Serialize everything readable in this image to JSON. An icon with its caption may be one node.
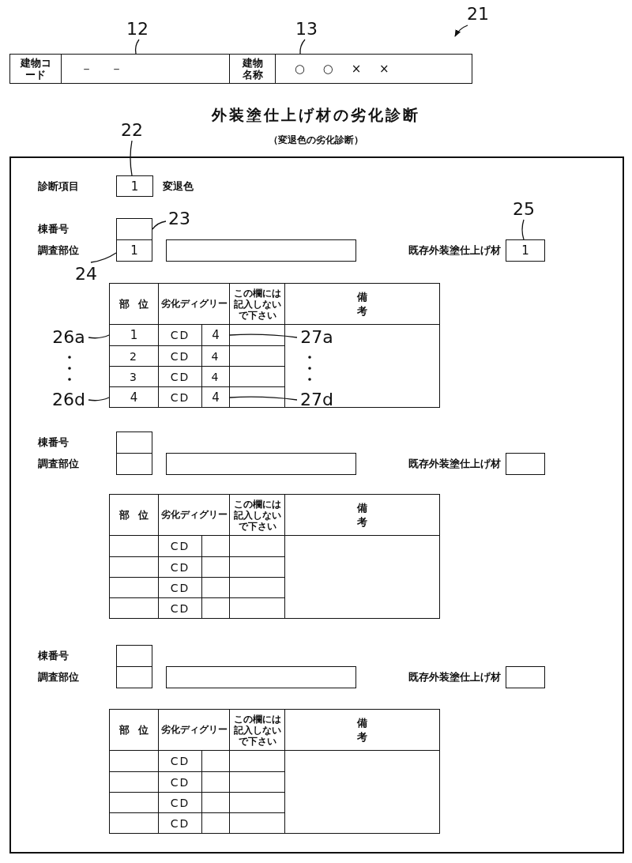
{
  "diagram": {
    "title": "外装塗仕上げ材の劣化診断",
    "nodes": [
      {
        "text": [
          "12"
        ]
      },
      {
        "text": [
          "13"
        ]
      },
      {
        "text": [
          "21"
        ]
      },
      {
        "text": [
          "－ －"
        ]
      },
      {
        "text": [
          "○ ○ × ×"
        ]
      },
      {
        "text": [
          "22"
        ]
      },
      {
        "text": [
          "1"
        ]
      },
      {
        "text": [
          "23"
        ]
      },
      {
        "text": [],
        "shape": "box"
      },
      {
        "text": [
          "24"
        ]
      },
      {
        "text": [
          "1"
        ]
      },
      {
        "text": [
          "25"
        ]
      },
      {
        "text": [
          "1"
        ]
      },
      {
        "text": [
          "26a"
        ]
      },
      {
        "text": [
          "1"
        ]
      },
      {
        "text": [
          "27a"
        ]
      },
      {
        "text": [
          "4"
        ]
      },
      {
        "text": [
          "26d"
        ]
      },
      {
        "text": [
          "4"
        ]
      },
      {
        "text": [
          "27d"
        ]
      },
      {
        "text": [
          "4"
        ]
      },
      {
        "text": [],
        "shape": "box"
      },
      {
        "text": [],
        "shape": "box"
      },
      {
        "text": [],
        "shape": "box"
      },
      {
        "text": [],
        "shape": "box"
      },
      {
        "text": [],
        "shape": "box"
      },
      {
        "text": [],
        "shape": "box"
      }
    ],
    "edges": [
      {
        "from": 0,
        "to": 3,
        "arrow": "none"
      },
      {
        "from": 1,
        "to": 4,
        "arrow": "none"
      },
      {
        "from": 2,
        "to": null,
        "arrow": "to"
      },
      {
        "from": 5,
        "to": 6,
        "arrow": "none"
      },
      {
        "from": 7,
        "to": 8,
        "arrow": "none"
      },
      {
        "from": 9,
        "to": 10,
        "arrow": "none"
      },
      {
        "from": 11,
        "to": 12,
        "arrow": "none"
      },
      {
        "from": 13,
        "to": 14,
        "arrow": "none"
      },
      {
        "from": 15,
        "to": 16,
        "arrow": "none"
      },
      {
        "from": 17,
        "to": 18,
        "arrow": "none"
      },
      {
        "from": 19,
        "to": 20,
        "arrow": "none"
      }
    ],
    "labels": [
      "建物コード",
      "建物名称",
      "（変退色の劣化診断）",
      "診断項目",
      "変退色",
      "棟番号",
      "調査部位",
      "既存外装塗仕上げ材",
      "部位",
      "劣化ディグリー",
      "この欄には記入しないで下さい",
      "備考",
      "CD",
      "2",
      "CD",
      "4",
      "3",
      "CD",
      "4",
      "CD",
      "棟番号",
      "調査部位",
      "既存外装塗仕上げ材",
      "部位",
      "劣化ディグリー",
      "この欄には記入しないで下さい",
      "備考",
      "CD",
      "CD",
      "CD",
      "CD",
      "棟番号",
      "調査部位",
      "既存外装塗仕上げ材",
      "部位",
      "劣化ディグリー",
      "この欄には記入しないで下さい",
      "備考",
      "CD",
      "CD",
      "CD",
      "CD"
    ]
  }
}
